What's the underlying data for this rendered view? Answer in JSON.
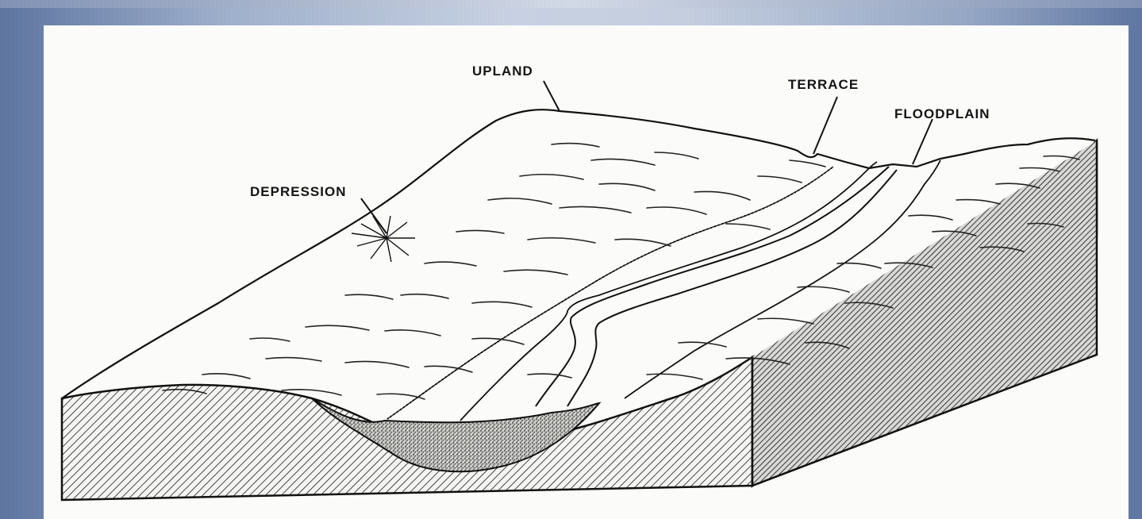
{
  "diagram": {
    "labels": {
      "upland": "UPLAND",
      "terrace": "TERRACE",
      "floodplain": "FLOODPLAIN",
      "depression": "DEPRESSION"
    }
  }
}
